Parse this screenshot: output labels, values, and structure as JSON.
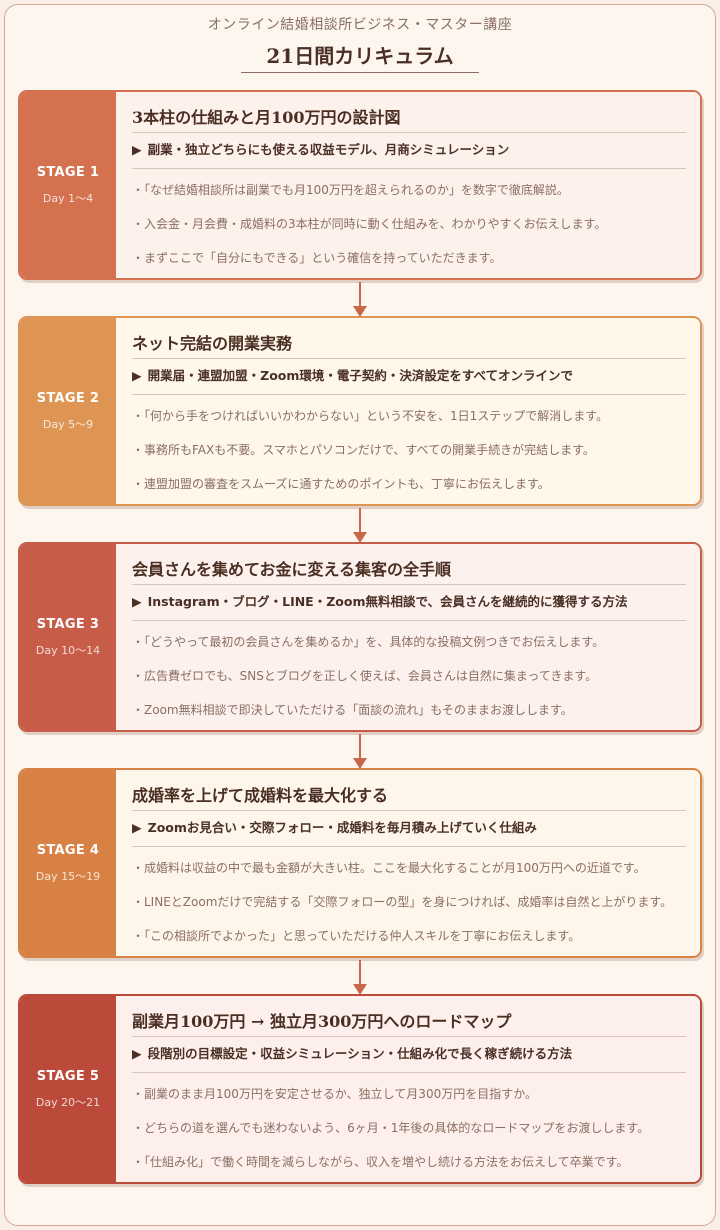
{
  "header": {
    "subtitle": "オンライン結婚相談所ビジネス・マスター講座",
    "title": "21日間カリキュラム"
  },
  "stages": [
    {
      "label": "STAGE 1",
      "days": "Day 1〜4",
      "color": "#d4714f",
      "bg": "#fdf1ec",
      "title": "3本柱の仕組みと月100万円の設計図",
      "summary": "副業・独立どちらにも使える収益モデル、月商シミュレーション",
      "points": [
        "・「なぜ結婚相談所は副業でも月100万円を超えられるのか」を数字で徹底解説。",
        "・入会金・月会費・成婚料の3本柱が同時に動く仕組みを、わかりやすくお伝えします。",
        "・まずここで「自分にもできる」という確信を持っていただきます。"
      ]
    },
    {
      "label": "STAGE 2",
      "days": "Day 5〜9",
      "color": "#de9554",
      "bg": "#fef7ea",
      "title": "ネット完結の開業実務",
      "summary": "開業届・連盟加盟・Zoom環境・電子契約・決済設定をすべてオンラインで",
      "points": [
        "・「何から手をつければいいかわからない」という不安を、1日1ステップで解消します。",
        "・事務所もFAXも不要。スマホとパソコンだけで、すべての開業手続きが完結します。",
        "・連盟加盟の審査をスムーズに通すためのポイントも、丁寧にお伝えします。"
      ]
    },
    {
      "label": "STAGE 3",
      "days": "Day 10〜14",
      "color": "#c75c48",
      "bg": "#fdf1ee",
      "title": "会員さんを集めてお金に変える集客の全手順",
      "summary": "Instagram・ブログ・LINE・Zoom無料相談で、会員さんを継続的に獲得する方法",
      "points": [
        "・「どうやって最初の会員さんを集めるか」を、具体的な投稿文例つきでお伝えします。",
        "・広告費ゼロでも、SNSとブログを正しく使えば、会員さんは自然に集まってきます。",
        "・Zoom無料相談で即決していただける「面談の流れ」もそのままお渡しします。"
      ]
    },
    {
      "label": "STAGE 4",
      "days": "Day 15〜19",
      "color": "#d88144",
      "bg": "#fef6ea",
      "title": "成婚率を上げて成婚料を最大化する",
      "summary": "Zoomお見合い・交際フォロー・成婚料を毎月積み上げていく仕組み",
      "points": [
        "・成婚料は収益の中で最も金額が大きい柱。ここを最大化することが月100万円への近道です。",
        "・LINEとZoomだけで完結する「交際フォローの型」を身につければ、成婚率は自然と上がります。",
        "・「この相談所でよかった」と思っていただける仲人スキルを丁寧にお伝えします。"
      ]
    },
    {
      "label": "STAGE 5",
      "days": "Day 20〜21",
      "color": "#bb4a3a",
      "bg": "#fdf0ec",
      "title": "副業月100万円 → 独立月300万円へのロードマップ",
      "summary": "段階別の目標設定・収益シミュレーション・仕組み化で長く稼ぎ続ける方法",
      "points": [
        "・副業のまま月100万円を安定させるか、独立して月300万円を目指すか。",
        "・どちらの道を選んでも迷わないよう、6ヶ月・1年後の具体的なロードマップをお渡しします。",
        "・「仕組み化」で働く時間を減らしながら、収入を増やし続ける方法をお伝えして卒業です。"
      ]
    }
  ],
  "arrow_color": "#c9674a"
}
